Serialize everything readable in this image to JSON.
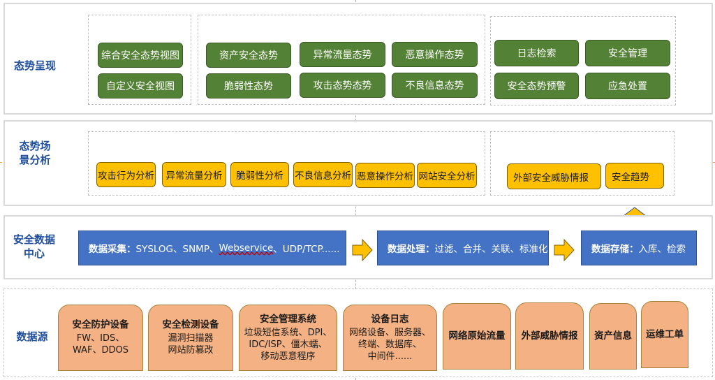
{
  "layers": {
    "presentation": {
      "label": "态势呈现",
      "groups": [
        {
          "buttons": [
            "综合安全态势视图",
            "自定义安全视图"
          ]
        },
        {
          "buttons": [
            "资产安全态势",
            "异常流量态势",
            "恶意操作态势",
            "脆弱性态势",
            "攻击态势态势",
            "不良信息态势"
          ]
        },
        {
          "buttons": [
            "日志检索",
            "安全管理",
            "安全态势预警",
            "应急处置"
          ]
        }
      ]
    },
    "analysis": {
      "label_line1": "态势场",
      "label_line2": "景分析",
      "groups": [
        {
          "buttons": [
            "攻击行为分析",
            "异常流量分析",
            "脆弱性分析",
            "不良信息分析",
            "恶意操作分析",
            "网站安全分析"
          ]
        },
        {
          "buttons": [
            "外部安全威胁情报",
            "安全趋势"
          ]
        }
      ]
    },
    "data_center": {
      "label_line1": "安全数据",
      "label_line2": "中心",
      "boxes": [
        {
          "title": "数据采集：",
          "items_a": "SYSLOG、SNMP、",
          "items_b": "Webservice",
          "items_c": "、UDP/TCP......"
        },
        {
          "title": "数据处理：",
          "items": "过滤、合并、关联、标准化"
        },
        {
          "title": "数据存储：",
          "items": "入库、检索"
        }
      ]
    },
    "sources": {
      "label": "数据源",
      "cards": [
        {
          "title": "安全防护设备",
          "lines": [
            "FW、IDS、",
            "WAF、DDOS"
          ]
        },
        {
          "title": "安全检测设备",
          "lines": [
            "漏洞扫描器",
            "网站防篡改"
          ]
        },
        {
          "title": "安全管理系统",
          "lines": [
            "垃圾短信系统、DPI、",
            "IDC/ISP、僵木蠕、",
            "移动恶意程序"
          ]
        },
        {
          "title": "设备日志",
          "lines": [
            "网络设备、服务器、",
            "终端、数据库、",
            "中间件......"
          ]
        },
        {
          "title": "网络原始流量"
        },
        {
          "title": "外部威胁情报"
        },
        {
          "title": "资产信息"
        },
        {
          "title": "运维工单"
        }
      ]
    }
  },
  "colors": {
    "green": "#538135",
    "yellow": "#ffc000",
    "blue": "#4472c4",
    "peach": "#f4b183",
    "label_blue": "#1f4e9c"
  }
}
